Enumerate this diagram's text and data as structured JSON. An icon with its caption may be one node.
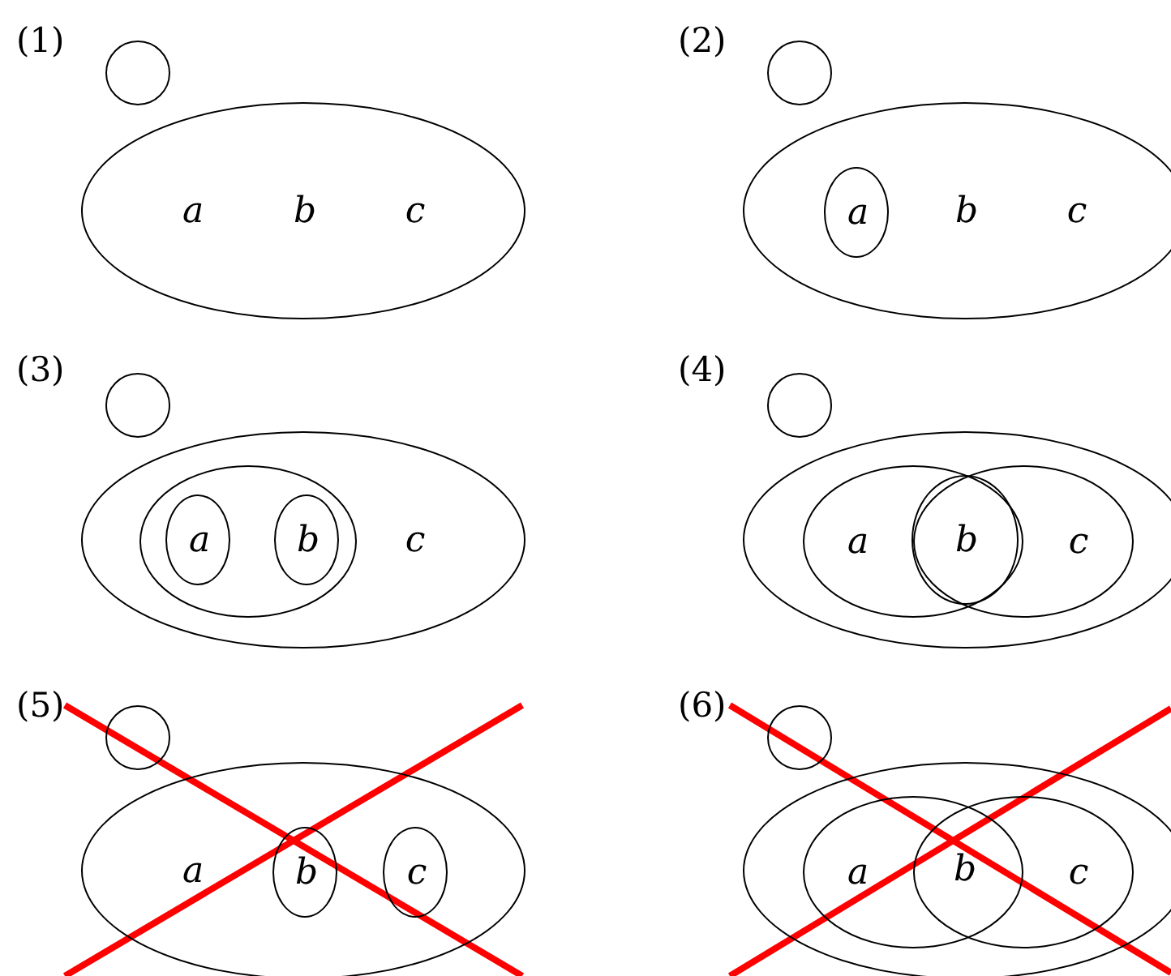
{
  "diagram": {
    "nodes": [
      {
        "text": [],
        "shape": "circle"
      },
      {
        "text": [
          "a",
          "b",
          "c"
        ]
      },
      {
        "text": [],
        "shape": "circle"
      },
      {
        "text": [
          "b",
          "c"
        ]
      },
      {
        "text": [
          "a"
        ],
        "in": 3
      },
      {
        "text": [],
        "shape": "circle"
      },
      {
        "text": [
          "c"
        ]
      },
      {
        "text": [],
        "shape": "ellipse",
        "in": 6
      },
      {
        "text": [
          "a"
        ],
        "in": 7
      },
      {
        "text": [
          "b"
        ],
        "in": 7
      },
      {
        "text": [],
        "shape": "circle"
      },
      {
        "text": [],
        "shape": "ellipse"
      },
      {
        "text": [
          "a"
        ],
        "in": 11
      },
      {
        "text": [
          "b"
        ]
      },
      {
        "text": [
          "c"
        ],
        "in": 11
      },
      {
        "text": [],
        "shape": "circle"
      },
      {
        "text": [
          "a"
        ]
      },
      {
        "text": [
          "b"
        ],
        "in": 16
      },
      {
        "text": [
          "c"
        ],
        "in": 16
      },
      {
        "text": [],
        "shape": "circle"
      },
      {
        "text": [],
        "shape": "ellipse"
      },
      {
        "text": [
          "a"
        ],
        "in": 20
      },
      {
        "text": [
          "c"
        ],
        "in": 20
      }
    ],
    "edges": [],
    "labels": [
      "(1)",
      "(2)",
      "(3)",
      "(4)",
      "(5)",
      "(6)",
      "b"
    ]
  }
}
